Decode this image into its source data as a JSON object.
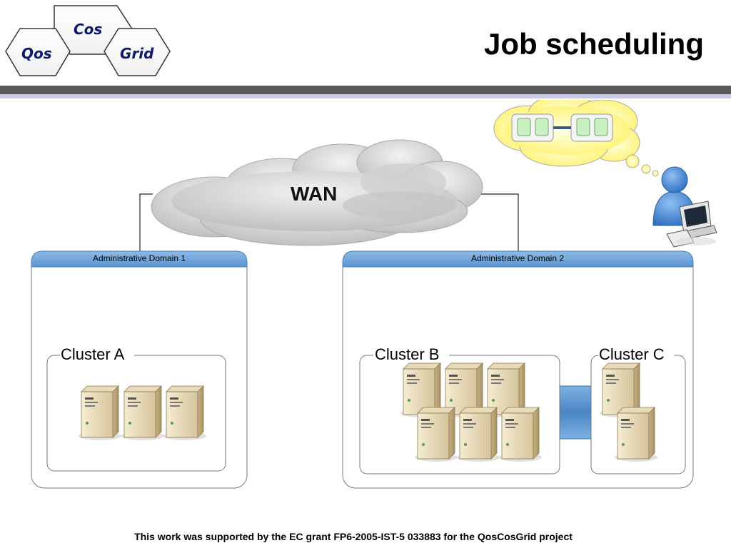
{
  "slide": {
    "title": "Job scheduling",
    "footer": "This work was supported by the EC grant FP6-2005-IST-5 033883 for the QosCosGrid project"
  },
  "logo": {
    "words": [
      "Cos",
      "Qos",
      "Grid"
    ]
  },
  "diagram": {
    "wan_label": "WAN",
    "domains": [
      {
        "label": "Administrative Domain 1"
      },
      {
        "label": "Administrative Domain 2"
      }
    ],
    "clusters": [
      {
        "label": "Cluster A",
        "servers": 3
      },
      {
        "label": "Cluster B",
        "servers": 6
      },
      {
        "label": "Cluster C",
        "servers": 2
      }
    ],
    "colors": {
      "domain_header": "#6fa3d8",
      "link_fill": "#5b95cf",
      "thought_cloud": "#fff9b0",
      "job_block": "#c8f0c0",
      "user_blue": "#3f7fcc"
    },
    "icons": [
      "cloud-icon",
      "server-icon",
      "user-icon",
      "computer-icon",
      "thought-bubble-icon"
    ]
  }
}
